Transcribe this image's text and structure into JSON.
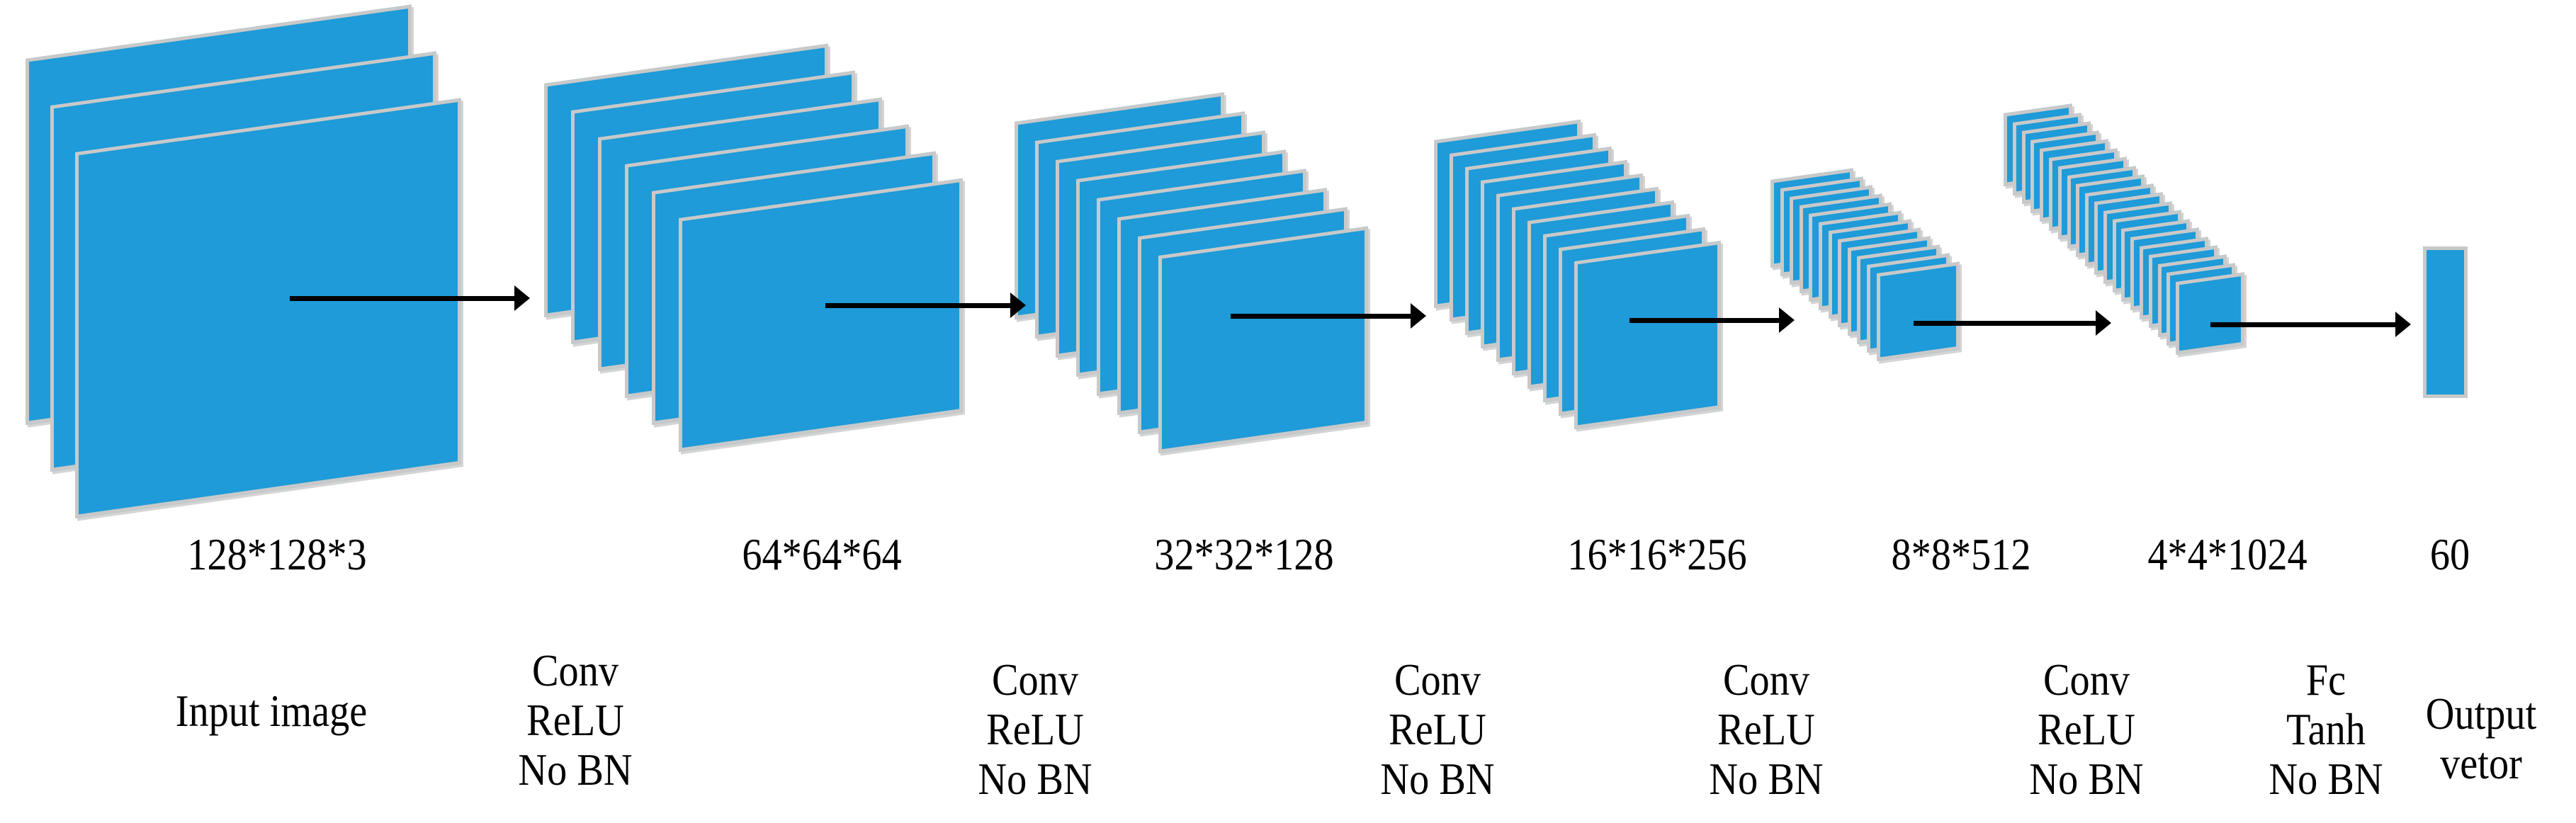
{
  "figure": {
    "type": "cnn-architecture-diagram",
    "colors": {
      "sheet_fill": "#1E9BD8",
      "sheet_border": "#C9C9C9",
      "arrow": "#000000",
      "text": "#000000",
      "background": "#FFFFFF"
    },
    "stacks": [
      {
        "dim_label": "128*128*3",
        "sheets": 3
      },
      {
        "dim_label": "64*64*64",
        "sheets": 6
      },
      {
        "dim_label": "32*32*128",
        "sheets": 8
      },
      {
        "dim_label": "16*16*256",
        "sheets": 10
      },
      {
        "dim_label": "8*8*512",
        "sheets": 12
      },
      {
        "dim_label": "4*4*1024",
        "sheets": 20
      }
    ],
    "output_bar": {
      "dim_label": "60"
    },
    "arrow_count": 6,
    "bottom_labels": [
      {
        "lines": [
          "Input image"
        ]
      },
      {
        "lines": [
          "Conv",
          "ReLU",
          "No BN"
        ]
      },
      {
        "lines": [
          "Conv",
          "ReLU",
          "No BN"
        ]
      },
      {
        "lines": [
          "Conv",
          "ReLU",
          "No BN"
        ]
      },
      {
        "lines": [
          "Conv",
          "ReLU",
          "No BN"
        ]
      },
      {
        "lines": [
          "Conv",
          "ReLU",
          "No BN"
        ]
      },
      {
        "lines": [
          "Fc",
          "Tanh",
          "No BN"
        ]
      },
      {
        "lines": [
          "Output",
          "vetor"
        ]
      }
    ]
  }
}
